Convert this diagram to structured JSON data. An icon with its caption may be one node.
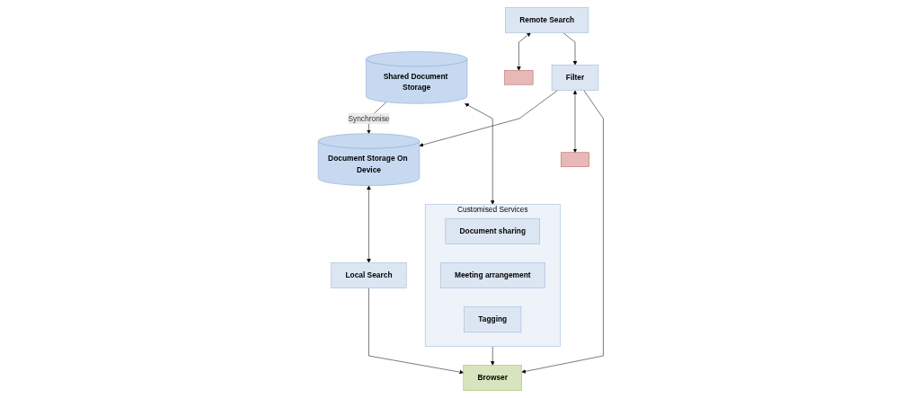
{
  "diagram": {
    "nodes": [
      {
        "text": [
          "Shared Document Storage"
        ]
      },
      {
        "text": [
          "Document Storage On Device"
        ]
      },
      {
        "text": [
          "Remote Search"
        ]
      },
      {
        "text": [],
        "shape": "box"
      },
      {
        "text": [
          "Filter"
        ]
      },
      {
        "text": [],
        "shape": "box"
      },
      {
        "text": [
          "Customised Services"
        ]
      },
      {
        "text": [
          "Document sharing"
        ],
        "in": 6
      },
      {
        "text": [
          "Meeting arrangement"
        ],
        "in": 6
      },
      {
        "text": [
          "Tagging"
        ],
        "in": 6
      },
      {
        "text": [
          "Local Search"
        ]
      },
      {
        "text": [
          "Browser"
        ]
      }
    ],
    "edges": [
      {
        "from": 0,
        "to": 1,
        "arrow": "to",
        "label": "Synchronise"
      },
      {
        "from": 4,
        "to": 1,
        "arrow": "to"
      },
      {
        "from": 2,
        "to": 3,
        "arrow": "both"
      },
      {
        "from": 2,
        "to": 4,
        "arrow": "to"
      },
      {
        "from": 4,
        "to": 5,
        "arrow": "both"
      },
      {
        "from": 0,
        "to": 6,
        "arrow": "both"
      },
      {
        "from": 1,
        "to": 10,
        "arrow": "both"
      },
      {
        "from": 6,
        "to": 11,
        "arrow": "to"
      },
      {
        "from": 10,
        "to": 11,
        "arrow": "to"
      },
      {
        "from": 4,
        "to": 11,
        "arrow": "to"
      }
    ]
  }
}
